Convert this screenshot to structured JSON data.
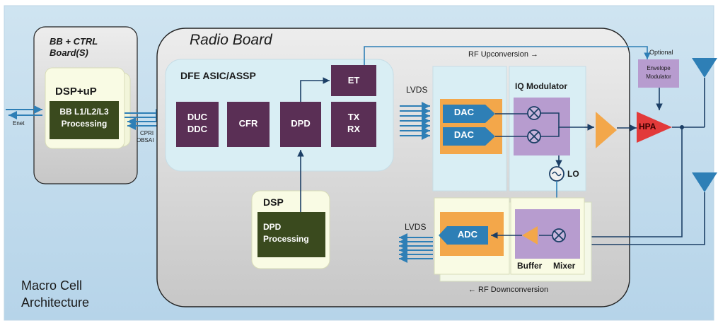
{
  "bb_ctrl": {
    "title_line1": "BB + CTRL",
    "title_line2": "Board(S)",
    "dsp_up": "DSP+uP",
    "bb_line1": "BB L1/L2/L3",
    "bb_line2": "Processing"
  },
  "left_labels": {
    "enet": "Enet",
    "cpri": "CPRI",
    "obsai": "OBSAI"
  },
  "radio_board": {
    "title": "Radio Board"
  },
  "dfe": {
    "title": "DFE ASIC/ASSP",
    "duc": "DUC",
    "ddc": "DDC",
    "cfr": "CFR",
    "dpd": "DPD",
    "et": "ET",
    "tx": "TX",
    "rx": "RX"
  },
  "dsp": {
    "title": "DSP",
    "line1": "DPD",
    "line2": "Processing"
  },
  "lvds_top": "LVDS",
  "lvds_bottom": "LVDS",
  "rf_up": "RF Upconversion →",
  "rf_down": "← RF Downconversion",
  "iq_mod": "IQ Modulator",
  "dac1": "DAC",
  "dac2": "DAC",
  "adc": "ADC",
  "lo": "LO",
  "buffer": "Buffer",
  "mixer": "Mixer",
  "optional": "Optional",
  "env_line1": "Envelope",
  "env_line2": "Modulator",
  "hpa": "HPA",
  "macro_line1": "Macro Cell",
  "macro_line2": "Architecture",
  "colors": {
    "purple": "#5a2f55",
    "darkgreen": "#3a4a1e",
    "lightcyan": "#d9eef4",
    "orange": "#f3a74a",
    "blue": "#2e7fb6",
    "red": "#e23a3a",
    "lavender": "#b79ccf"
  }
}
